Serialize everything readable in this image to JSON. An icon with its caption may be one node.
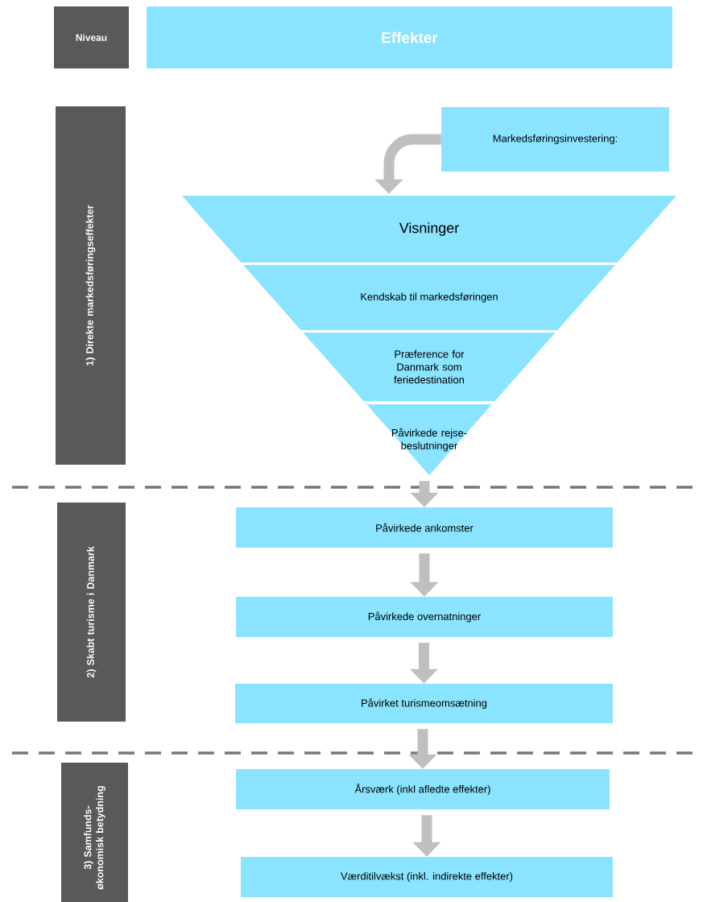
{
  "diagram": {
    "nodes": [
      {
        "text": [
          "Niveau"
        ]
      },
      {
        "text": [
          "Effekter"
        ]
      },
      {
        "text": [
          "1) Direkte markedsføringseffekter"
        ]
      },
      {
        "text": [
          "Markedsføringsinvestering:"
        ]
      },
      {
        "text": [
          "Visninger"
        ]
      },
      {
        "text": [
          "Kendskab til markedsføringen"
        ]
      },
      {
        "text": [
          "Præference for Danmark som feriedestination"
        ]
      },
      {
        "text": [
          "Påvirkede rejse-beslutninger"
        ]
      },
      {
        "text": [
          "2) Skabt turisme i Danmark"
        ]
      },
      {
        "text": [
          "Påvirkede ankomster"
        ]
      },
      {
        "text": [
          "Påvirkede overnatninger"
        ]
      },
      {
        "text": [
          "Påvirket turismeomsætning"
        ]
      },
      {
        "text": [
          "3) Samfunds-økonomisk betydning"
        ]
      },
      {
        "text": [
          "Årsværk (inkl afledte effekter)"
        ]
      },
      {
        "text": [
          "Værditilvækst (inkl. indirekte effekter)"
        ]
      }
    ],
    "edges": [
      {
        "from": 3,
        "to": 4,
        "arrow": "to"
      },
      {
        "from": 7,
        "to": 9,
        "arrow": "to"
      },
      {
        "from": 9,
        "to": 10,
        "arrow": "to"
      },
      {
        "from": 10,
        "to": 11,
        "arrow": "to"
      },
      {
        "from": 11,
        "to": 13,
        "arrow": "to"
      },
      {
        "from": 13,
        "to": 14,
        "arrow": "to"
      }
    ]
  }
}
